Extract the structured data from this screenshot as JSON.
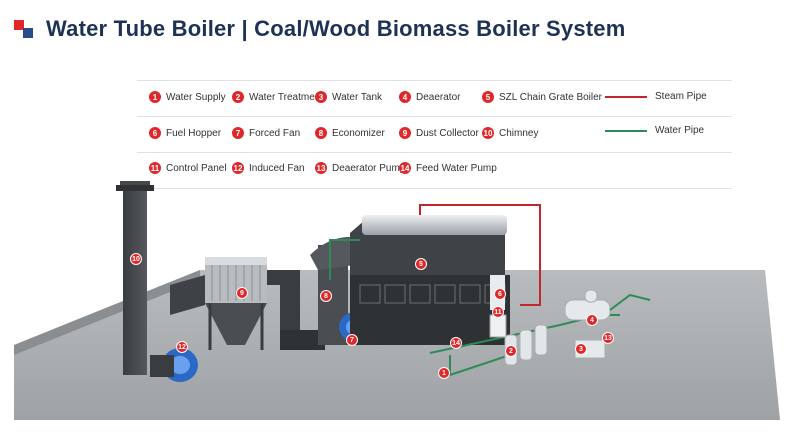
{
  "title": "Water Tube Boiler | Coal/Wood Biomass Boiler System",
  "colors": {
    "accent_red": "#e0282b",
    "title_blue": "#1e3256",
    "steam_pipe": "#c1272d",
    "water_pipe": "#2e8b57"
  },
  "legend": [
    {
      "n": "1",
      "label": "Water Supply"
    },
    {
      "n": "2",
      "label": "Water Treatment"
    },
    {
      "n": "3",
      "label": "Water Tank"
    },
    {
      "n": "4",
      "label": "Deaerator"
    },
    {
      "n": "5",
      "label": "SZL Chain Grate Boiler"
    },
    {
      "n": "6",
      "label": "Fuel Hopper"
    },
    {
      "n": "7",
      "label": "Forced Fan"
    },
    {
      "n": "8",
      "label": "Economizer"
    },
    {
      "n": "9",
      "label": "Dust Collector"
    },
    {
      "n": "10",
      "label": "Chimney"
    },
    {
      "n": "11",
      "label": "Control Panel"
    },
    {
      "n": "12",
      "label": "Induced Fan"
    },
    {
      "n": "13",
      "label": "Deaerator Pump"
    },
    {
      "n": "14",
      "label": "Feed Water Pump"
    }
  ],
  "pipes": {
    "steam": "Steam Pipe",
    "water": "Water  Pipe"
  },
  "markers": [
    "1",
    "2",
    "3",
    "4",
    "5",
    "6",
    "7",
    "8",
    "9",
    "10",
    "11",
    "12",
    "13",
    "14"
  ]
}
